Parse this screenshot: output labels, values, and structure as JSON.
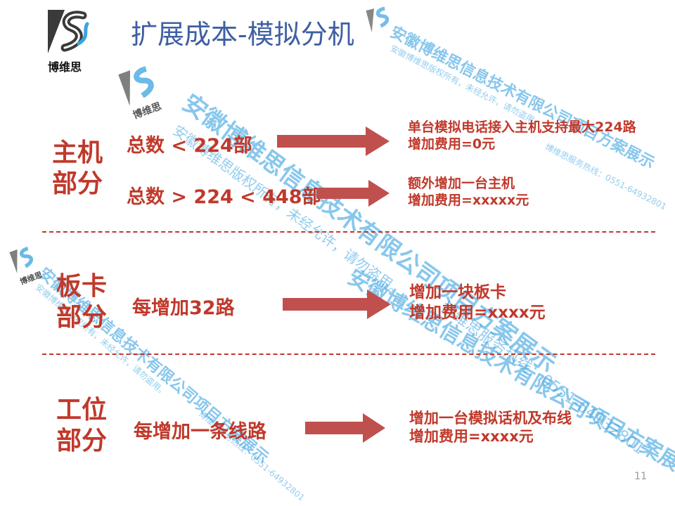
{
  "header": {
    "title": "扩展成本-模拟分机",
    "logo_text": "博维思"
  },
  "sections": [
    {
      "label_line1": "主机",
      "label_line2": "部分",
      "rows": [
        {
          "condition": "总数 < 224部",
          "result_line1": "单台模拟电话接入主机支持最大224路",
          "result_line2": "增加费用=0元"
        },
        {
          "condition": "总数 > 224 < 448部",
          "result_line1": "额外增加一台主机",
          "result_line2": "增加费用=xxxxx元"
        }
      ]
    },
    {
      "label_line1": "板卡",
      "label_line2": "部分",
      "rows": [
        {
          "condition": "每增加32路",
          "result_line1": "增加一块板卡",
          "result_line2": "增加费用=xxxx元"
        }
      ]
    },
    {
      "label_line1": "工位",
      "label_line2": "部分",
      "rows": [
        {
          "condition": "每增加一条线路",
          "result_line1": "增加一台模拟话机及布线",
          "result_line2": "增加费用=xxxx元"
        }
      ]
    }
  ],
  "watermark": {
    "logo_text": "博维思",
    "main": "安徽博维思信息技术有限公司项目方案展示",
    "sub": "安徽博维思版权所有，未经允许，请勿盗用。",
    "hotline": "博维思服务热线：0551-64932801"
  },
  "footer": {
    "page_number": "11"
  },
  "colors": {
    "title": "#3f5fa3",
    "accent_red": "#c0392b",
    "arrow": "#c0504d",
    "watermark": "#3aa3e0"
  }
}
